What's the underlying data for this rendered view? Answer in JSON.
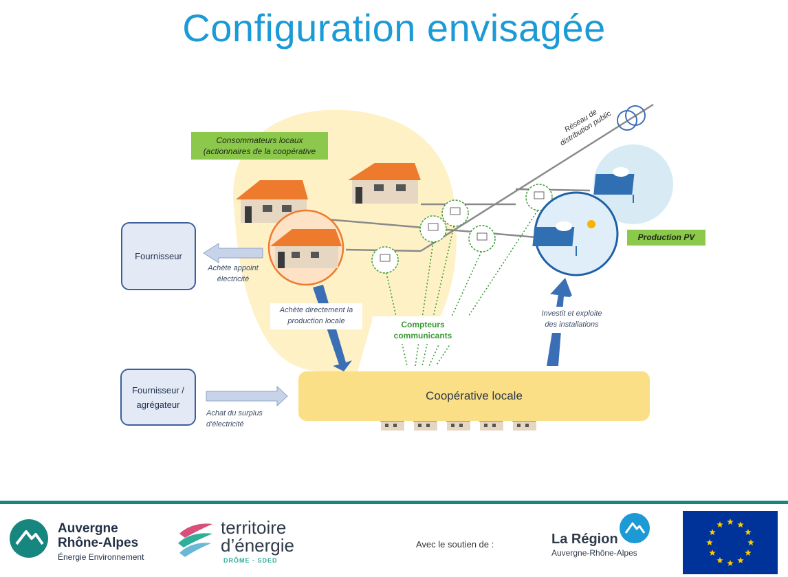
{
  "title": "Configuration envisagée",
  "labels": {
    "consumers_line1": "Consommateurs locaux",
    "consumers_line2": "(actionnaires de la coopérative",
    "production_pv": "Production PV",
    "reseau_line1": "Réseau de",
    "reseau_line2": "distribution public",
    "fournisseur": "Fournisseur",
    "fournisseur_agregateur_line1": "Fournisseur /",
    "fournisseur_agregateur_line2": "agrégateur",
    "achete_appoint_line1": "Achète appoint",
    "achete_appoint_line2": "électricité",
    "achete_direct_line1": "Achète directement la",
    "achete_direct_line2": "production locale",
    "compteurs_line1": "Compteurs",
    "compteurs_line2": "communicants",
    "investit_line1": "Investit et exploite",
    "investit_line2": "des installations",
    "achat_surplus_line1": "Achat du surplus",
    "achat_surplus_line2": "d'électricité",
    "cooperative": "Coopérative locale"
  },
  "footer": {
    "aura_line1": "Auvergne",
    "aura_line2": "Rhône-Alpes",
    "aura_line3": "Énergie Environnement",
    "te_line1": "territoire",
    "te_line2": "d’énergie",
    "te_line3": "DRÔME - SDED",
    "soutien": "Avec le soutien de :",
    "region_line1": "La Région",
    "region_line2": "Auvergne-Rhône-Alpes"
  },
  "colors": {
    "title": "#1c9ad6",
    "green_label": "#8cc84b",
    "cooperative": "#fbdf86",
    "arrow_blue": "#3b6fb5",
    "meter_green": "#3a9a34",
    "footer_line": "#17867f",
    "eu_blue": "#003399",
    "eu_star": "#ffcc00"
  }
}
